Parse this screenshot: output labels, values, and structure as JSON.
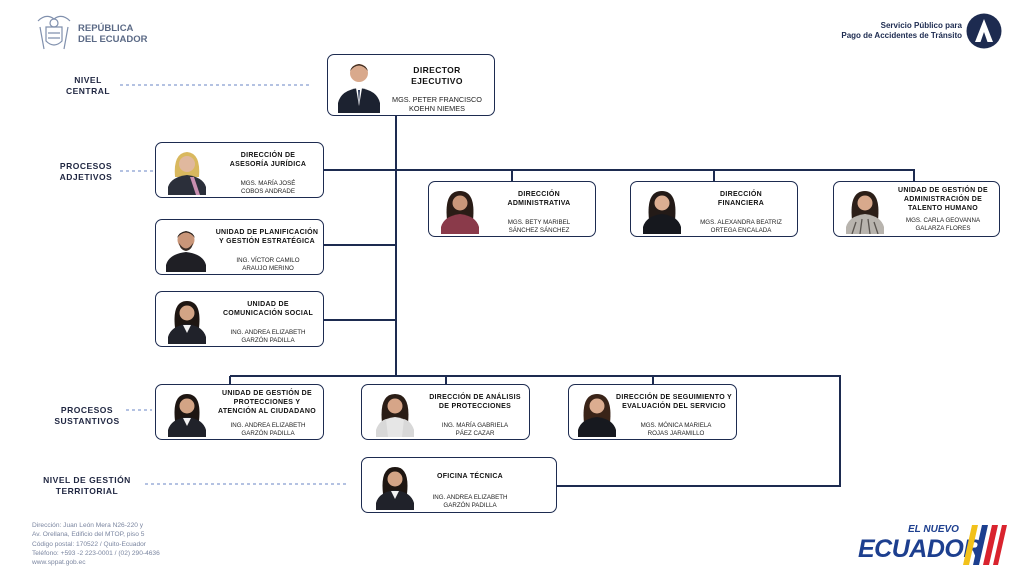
{
  "header": {
    "country_line1": "REPÚBLICA",
    "country_line2": "DEL ECUADOR",
    "agency_line1": "Servicio Público para",
    "agency_line2": "Pago de Accidentes de Tránsito"
  },
  "levels": {
    "central": [
      "NIVEL",
      "CENTRAL"
    ],
    "adjetivos": [
      "PROCESOS",
      "ADJETIVOS"
    ],
    "sustantivos": [
      "PROCESOS",
      "SUSTANTIVOS"
    ],
    "territorial": [
      "NIVEL DE GESTIÓN",
      "TERRITORIAL"
    ]
  },
  "nodes": {
    "director": {
      "title": [
        "DIRECTOR",
        "EJECUTIVO"
      ],
      "name": [
        "MGS. PETER FRANCISCO",
        "KOEHN NIEMES"
      ]
    },
    "juridica": {
      "title": [
        "DIRECCIÓN DE",
        "ASESORÍA JURÍDICA"
      ],
      "name": [
        "MGS. MARÍA JOSÉ",
        "COBOS ANDRADE"
      ]
    },
    "planificacion": {
      "title": [
        "UNIDAD DE PLANIFICACIÓN",
        "Y GESTIÓN ESTRATÉGICA"
      ],
      "name": [
        "ING. VÍCTOR CAMILO",
        "ARAUJO MERINO"
      ]
    },
    "comunicacion": {
      "title": [
        "UNIDAD DE",
        "COMUNICACIÓN SOCIAL"
      ],
      "name": [
        "ING. ANDREA ELIZABETH",
        "GARZÓN PADILLA"
      ]
    },
    "administrativa": {
      "title": [
        "DIRECCIÓN",
        "ADMINISTRATIVA"
      ],
      "name": [
        "MGS. BETY MARIBEL",
        "SÁNCHEZ SÁNCHEZ"
      ]
    },
    "financiera": {
      "title": [
        "DIRECCIÓN",
        "FINANCIERA"
      ],
      "name": [
        "MGS. ALEXANDRA BEATRIZ",
        "ORTEGA ENCALADA"
      ]
    },
    "talento": {
      "title": [
        "UNIDAD DE GESTIÓN DE",
        "ADMINISTRACIÓN DE",
        "TALENTO HUMANO"
      ],
      "name": [
        "MGS. CARLA GEOVANNA",
        "GALARZA FLORES"
      ]
    },
    "protecciones": {
      "title": [
        "UNIDAD DE GESTIÓN DE",
        "PROTECCIONES Y",
        "ATENCIÓN AL CIUDADANO"
      ],
      "name": [
        "ING. ANDREA ELIZABETH",
        "GARZÓN PADILLA"
      ]
    },
    "analisis": {
      "title": [
        "DIRECCIÓN DE ANÁLISIS",
        "DE PROTECCIONES"
      ],
      "name": [
        "ING. MARÍA GABRIELA",
        "PÁEZ CAZAR"
      ]
    },
    "seguimiento": {
      "title": [
        "DIRECCIÓN DE SEGUIMIENTO Y",
        "EVALUACIÓN DEL SERVICIO"
      ],
      "name": [
        "MGS. MÓNICA MARIELA",
        "ROJAS JARAMILLO"
      ]
    },
    "tecnica": {
      "title": [
        "OFICINA TÉCNICA"
      ],
      "name": [
        "ING. ANDREA ELIZABETH",
        "GARZÓN PADILLA"
      ]
    }
  },
  "footer": {
    "lines": [
      "Dirección: Juan León Mera N26-220 y",
      "Av. Orellana, Edificio del MTOP, piso 5",
      "Código postal: 170522 / Quito-Ecuador",
      "Teléfono: +593 -2 223-0001 / (02) 290-4636",
      "www.sppat.gob.ec"
    ]
  },
  "brand": {
    "small": "EL NUEVO",
    "big": "ECUADOR"
  },
  "colors": {
    "navy": "#1d2b50",
    "brand_blue": "#1d3f8f",
    "stripe_yellow": "#f2c11a",
    "stripe_red": "#d9232e"
  }
}
